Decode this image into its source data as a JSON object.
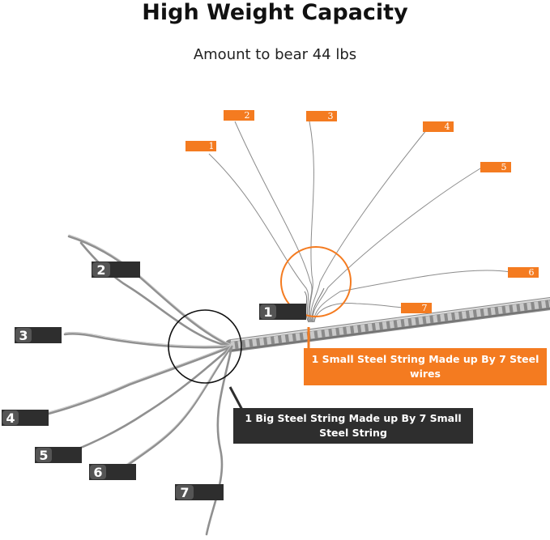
{
  "header": {
    "title": "High Weight Capacity",
    "subtitle": "Amount to bear 44 lbs"
  },
  "small_string_labels": [
    "1",
    "2",
    "3",
    "4",
    "5",
    "6",
    "7"
  ],
  "big_string_labels": [
    "1",
    "2",
    "3",
    "4",
    "5",
    "6",
    "7"
  ],
  "callouts": {
    "small_string": "1 Small Steel String Made up By 7 Steel wires",
    "big_string": "1 Big Steel String Made up By 7 Small Steel String"
  },
  "colors": {
    "orange": "#f47b20",
    "dark": "#2e2e2e",
    "wire": "#8c8c8c",
    "cable": "#9a9a9a"
  }
}
